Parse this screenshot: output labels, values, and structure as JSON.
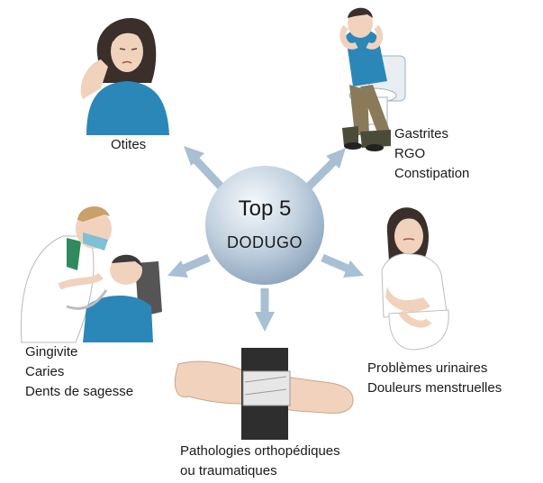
{
  "hub": {
    "title": "Top 5",
    "subtitle": "DODUGO"
  },
  "categories": [
    {
      "id": "ent",
      "lines": [
        "Otites"
      ],
      "icon": "woman-earache-icon"
    },
    {
      "id": "digestive",
      "lines": [
        "Gastrites",
        "RGO",
        "Constipation"
      ],
      "icon": "man-on-toilet-icon"
    },
    {
      "id": "urinary",
      "lines": [
        "Problèmes urinaires",
        "Douleurs menstruelles"
      ],
      "icon": "woman-abdominal-pain-icon"
    },
    {
      "id": "ortho",
      "lines": [
        "Pathologies orthopédiques",
        "ou traumatiques"
      ],
      "icon": "bandaged-forearm-icon"
    },
    {
      "id": "dental",
      "lines": [
        "Gingivite",
        "Caries",
        "Dents de sagesse"
      ],
      "icon": "dentist-patient-icon"
    }
  ],
  "colors": {
    "hub_light": "#eef3f8",
    "hub_dark": "#8ea6bd",
    "arrow": "#a9bfd3",
    "shirt_blue": "#2b87b8",
    "skin": "#f1d2bd",
    "hair_dark": "#3a2f2a"
  }
}
